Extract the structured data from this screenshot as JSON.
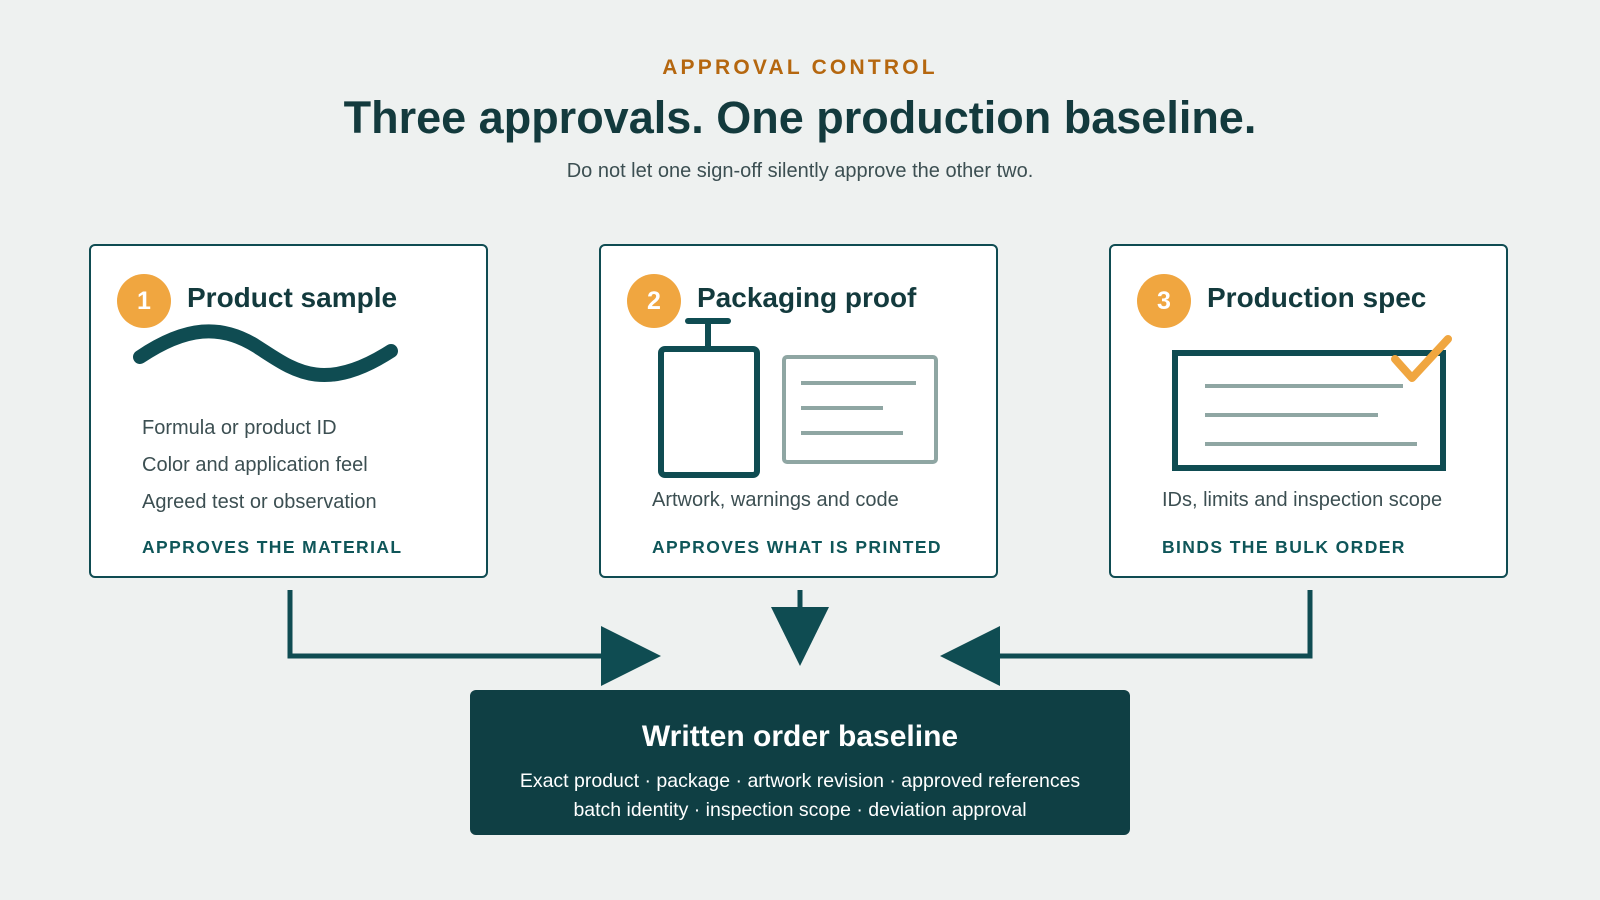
{
  "header": {
    "eyebrow": "APPROVAL CONTROL",
    "title": "Three approvals. One production baseline.",
    "subtitle": "Do not let one sign-off silently approve the other two."
  },
  "cards": [
    {
      "number": "1",
      "title": "Product sample",
      "icon": "swoosh-icon",
      "bullets": [
        "Formula or product ID",
        "Color and application feel",
        "Agreed test or observation"
      ],
      "footer": "APPROVES THE MATERIAL"
    },
    {
      "number": "2",
      "title": "Packaging proof",
      "icon": "bottle-and-label-icon",
      "description": "Artwork, warnings and code",
      "footer": "APPROVES WHAT IS PRINTED"
    },
    {
      "number": "3",
      "title": "Production spec",
      "icon": "checked-document-icon",
      "description": "IDs, limits and inspection scope",
      "footer": "BINDS THE BULK ORDER"
    }
  ],
  "baseline": {
    "title": "Written order baseline",
    "line1": "Exact product · package · artwork revision · approved references",
    "line2": "batch identity · inspection scope · deviation approval"
  },
  "colors": {
    "background": "#eef1f0",
    "teal_dark": "#0f3f44",
    "teal_line": "#0f4c52",
    "accent_orange": "#f0a640",
    "eyebrow_orange": "#b5670f",
    "muted_line": "#8fa6a3"
  }
}
